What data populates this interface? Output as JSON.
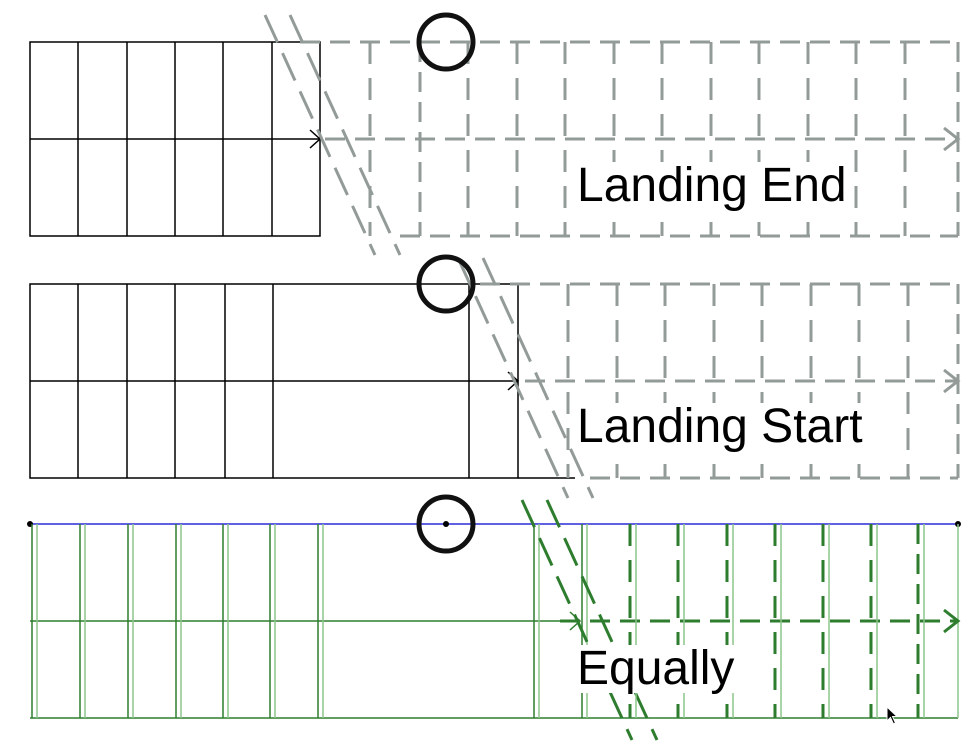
{
  "labels": {
    "landing_end": "Landing End",
    "landing_start": "Landing Start",
    "equally": "Equally"
  },
  "colors": {
    "background": "#ffffff",
    "solid_stair": "#000000",
    "dashed_ghost": "#939b99",
    "green_stair": "#2e7d2e",
    "green_light": "#8cc58c",
    "blue_reference": "#2b2bd8",
    "circle": "#111111"
  },
  "icons": [
    "pointer-cursor-icon"
  ]
}
